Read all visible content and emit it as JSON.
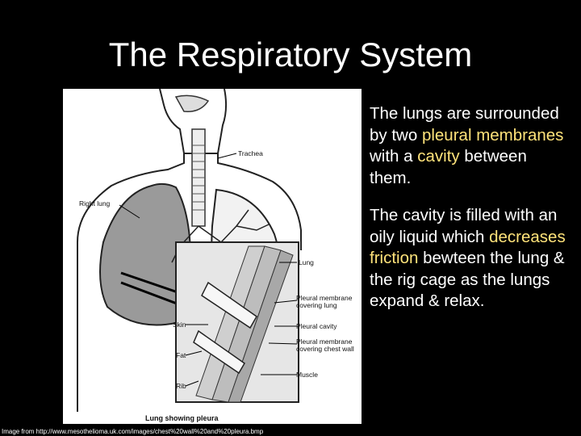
{
  "slide": {
    "title": "The Respiratory System",
    "paragraph1": {
      "part1": "The lungs are surrounded by two ",
      "highlight1": "pleural membranes",
      "part2": " with a ",
      "highlight2": "cavity",
      "part3": " between them."
    },
    "paragraph2": {
      "part1": "The cavity is filled with an oily liquid which ",
      "highlight1": "decreases friction",
      "part2": " bewteen the lung & the rig cage as the lungs expand & relax."
    },
    "highlight_color": "#ffe37a",
    "credit": "Image from http://www.mesothelioma.uk.com/images/chest%20wall%20and%20pleura.bmp"
  },
  "figure": {
    "labels": {
      "trachea": "Trachea",
      "right_lung": "Right lung",
      "lung": "Lung",
      "pleural_lung": [
        "Pleural membrane",
        "covering lung"
      ],
      "pleural_cavity": "Pleural cavity",
      "pleural_chest": [
        "Pleural membrane",
        "covering chest wall"
      ],
      "muscle": "Muscle",
      "skin": "Skin",
      "fat": "Fat",
      "rib": "Rib",
      "caption": "Lung showing pleura"
    }
  }
}
